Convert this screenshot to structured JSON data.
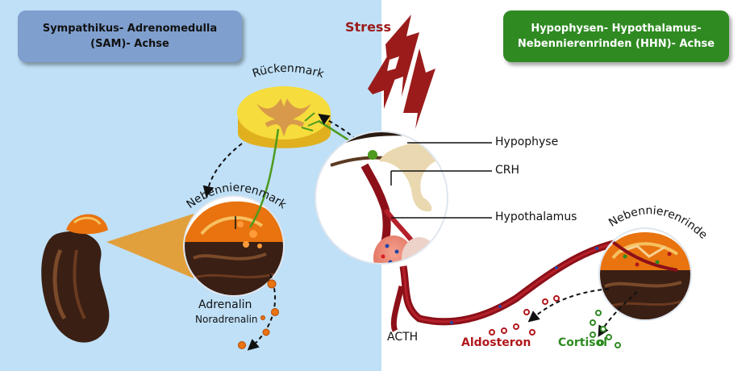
{
  "sam": {
    "line1": "Sympathikus- Adrenomedulla",
    "line2": "(SAM)- Achse"
  },
  "hhn": {
    "line1": "Hypophysen- Hypothalamus-",
    "line2": "Nebennierenrinden (HHN)- Achse"
  },
  "stress": "Stress",
  "labels": {
    "rueckenmark": "Rückenmark",
    "nebennierenmark": "Nebennierenmark",
    "nebennierenrinde": "Nebennierenrinde",
    "hypophyse": "Hypophyse",
    "crh": "CRH",
    "hypothalamus": "Hypothalamus",
    "adrenalin": "Adrenalin",
    "noradrenalin": "Noradrenalin",
    "acth": "ACTH",
    "aldosteron": "Aldosteron",
    "cortisol": "Cortisol"
  },
  "colors": {
    "stress_red": "#9b1b1b",
    "blood_red": "#8c1018",
    "adrenal_orange": "#e8730f",
    "aldosteron_red": "#b0181c",
    "cortisol_green": "#2f8a22",
    "nerve_green": "#4c9a1e",
    "spinal_yellow": "#f6dc3c"
  }
}
